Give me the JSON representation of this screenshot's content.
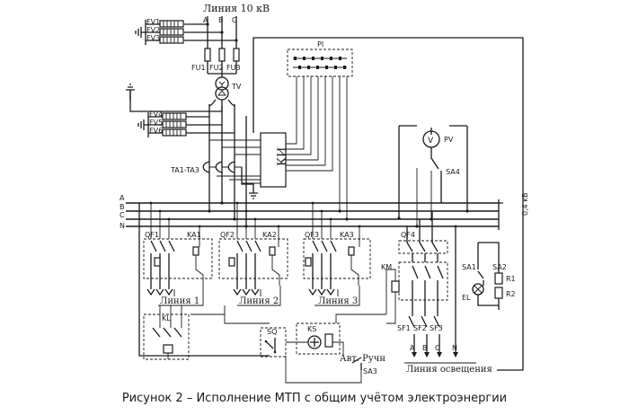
{
  "labels": {
    "line_10kv": "Линия 10 кВ",
    "phase_a_top": "A",
    "phase_b_top": "B",
    "phase_c_top": "C",
    "fv1": "FV1",
    "fv2": "FV2",
    "fv3": "FV3",
    "fu1": "FU1",
    "fu2": "FU2",
    "fu3": "FU3",
    "tv": "TV",
    "fv4": "FV4",
    "fv5": "FV5",
    "fv6": "FV6",
    "ta": "TA1-TA3",
    "pi": "PI",
    "ki": "КИ",
    "pv": "PV",
    "sa4": "SA4",
    "bus_a": "A",
    "bus_b": "B",
    "bus_c": "C",
    "bus_n": "N",
    "kv04": "0,4 кВ",
    "qf1": "QF1",
    "ka1": "KA1",
    "qf2": "QF2",
    "ka2": "KA2",
    "qf3": "QF3",
    "ka3": "KA3",
    "qf4": "QF4",
    "km": "KM",
    "line1": "Линия 1",
    "line2": "Линия 2",
    "line3": "Линия 3",
    "kl": "KL",
    "sq": "SQ",
    "ks": "KS",
    "avt_ruch": "Авт. Ручн",
    "sa3": "SA3",
    "sf1": "SF1",
    "sf2": "SF2",
    "sf3": "SF3",
    "out_a": "A",
    "out_b": "B",
    "out_c": "C",
    "out_n": "N",
    "line_light": "Линия освещения",
    "sa1": "SA1",
    "sa2": "SA2",
    "r1": "R1",
    "r2": "R2",
    "el": "EL",
    "caption": "Рисунок 2 – Исполнение МТП с общим учётом электроэнергии"
  }
}
